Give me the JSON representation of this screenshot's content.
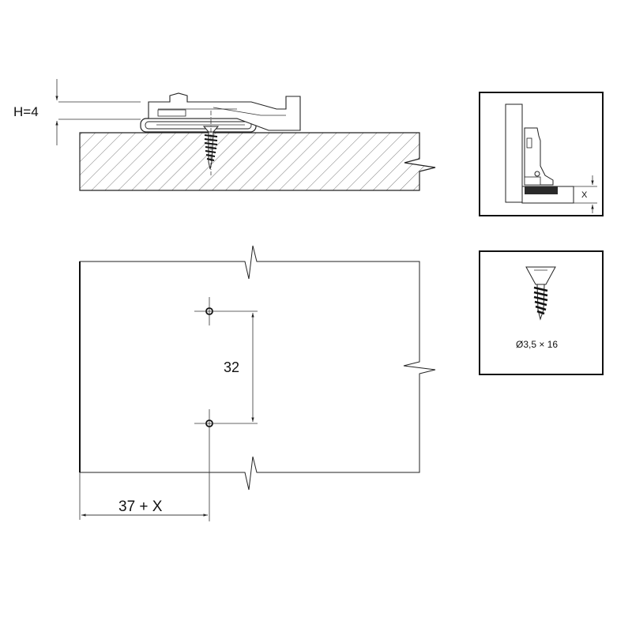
{
  "side_view": {
    "height_label": "H=4"
  },
  "plan_view": {
    "hole_spacing_label": "32",
    "edge_offset_label": "37 + X"
  },
  "inset_hinge": {
    "dimension_label": "X"
  },
  "inset_screw": {
    "screw_spec_label": "Ø3,5 × 16"
  },
  "colors": {
    "line": "#222222",
    "frame": "#111111",
    "background": "#ffffff"
  }
}
